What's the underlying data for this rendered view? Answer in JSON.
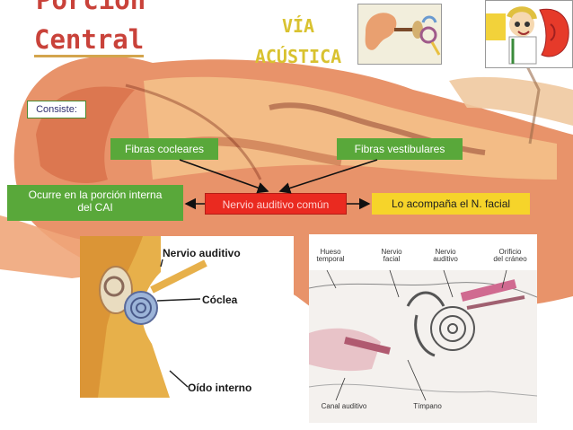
{
  "title": {
    "line1": "Porción",
    "line2": "Central"
  },
  "subtitle": {
    "line1": "VÍA",
    "line2": "ACÚSTICA"
  },
  "diagram": {
    "consiste": "Consiste:",
    "fibras_cocleares": "Fibras cocleares",
    "fibras_vestibulares": "Fibras vestibulares",
    "ocurre_line1": "Ocurre en la porción interna",
    "ocurre_line2": "del CAI",
    "nervio_comun": "Nervio auditivo común",
    "acompana": "Lo acompaña el N. facial"
  },
  "left_panel": {
    "nervio_auditivo": "Nervio auditivo",
    "coclea": "Cóclea",
    "oido_interno": "Oído interno"
  },
  "right_panel": {
    "hueso_temporal": [
      "Hueso",
      "temporal"
    ],
    "nervio_facial": [
      "Nervio",
      "facial"
    ],
    "nervio_auditivo": [
      "Nervio",
      "auditivo"
    ],
    "orificio": [
      "Orificio",
      "del cráneo"
    ],
    "canal_auditivo": "Canal auditivo",
    "timpano": "Tímpano"
  },
  "colors": {
    "title": "#c9423a",
    "subtitle": "#d9c230",
    "green_box": "#59a83a",
    "red_box": "#ea2a20",
    "yellow_box": "#f6d42a"
  }
}
